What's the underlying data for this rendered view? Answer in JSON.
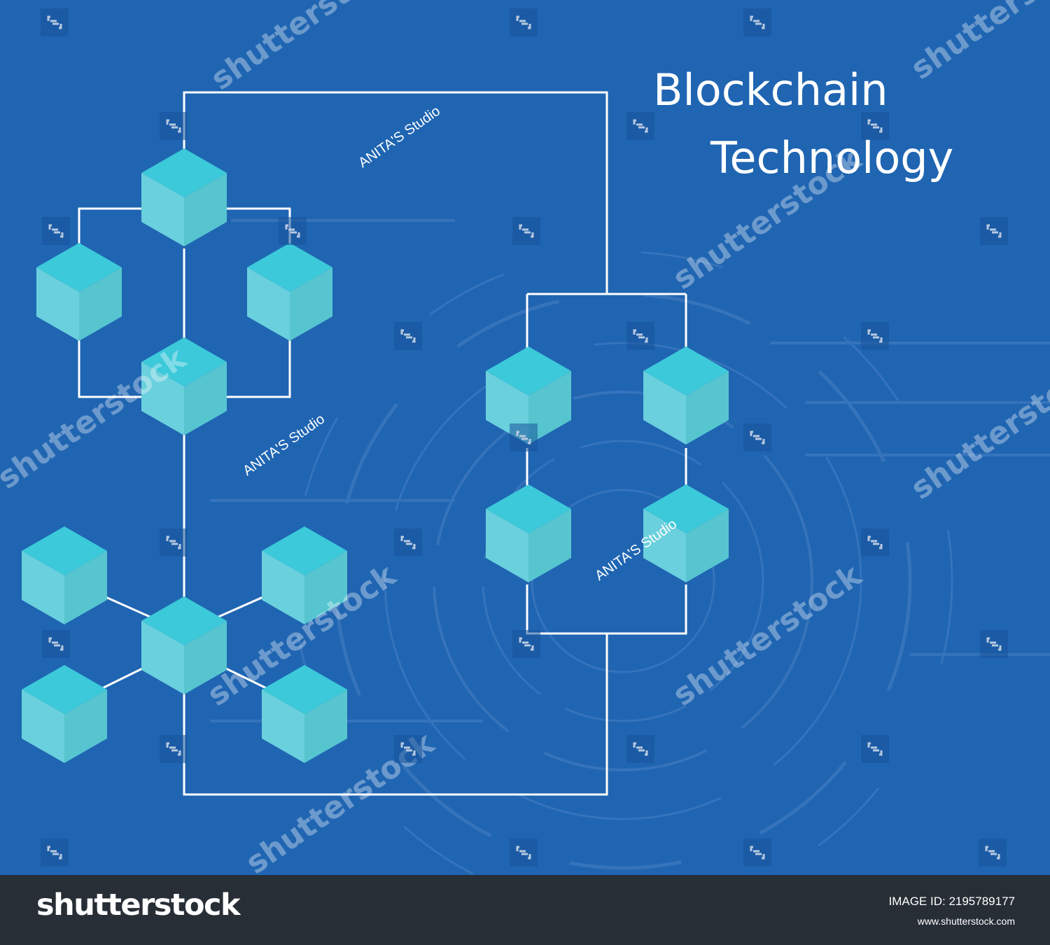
{
  "headline": {
    "line1": "Blockchain",
    "line2": "Technology"
  },
  "credits": [
    "ANITA'S Studio",
    "ANITA'S Studio",
    "ANITA'S Studio"
  ],
  "watermark": [
    "shutterstock",
    "shutterstock",
    "shutterstock",
    "shutterstock",
    "shutterstock",
    "shutterstock",
    "shutterstock",
    "shutterstock"
  ],
  "footer": {
    "logo": "shutterstock",
    "image_id": "IMAGE ID: 2195789177",
    "url": "www.shutterstock.com"
  },
  "colors": {
    "background": "#1f65b2",
    "cube_top": "#3cc9da",
    "cube_left": "#6ad0dd",
    "cube_right": "#56c5d0",
    "connector": "#ffffff",
    "footer": "#282e36"
  },
  "icons": [
    "cube-icon",
    "watermark-logo-icon"
  ]
}
